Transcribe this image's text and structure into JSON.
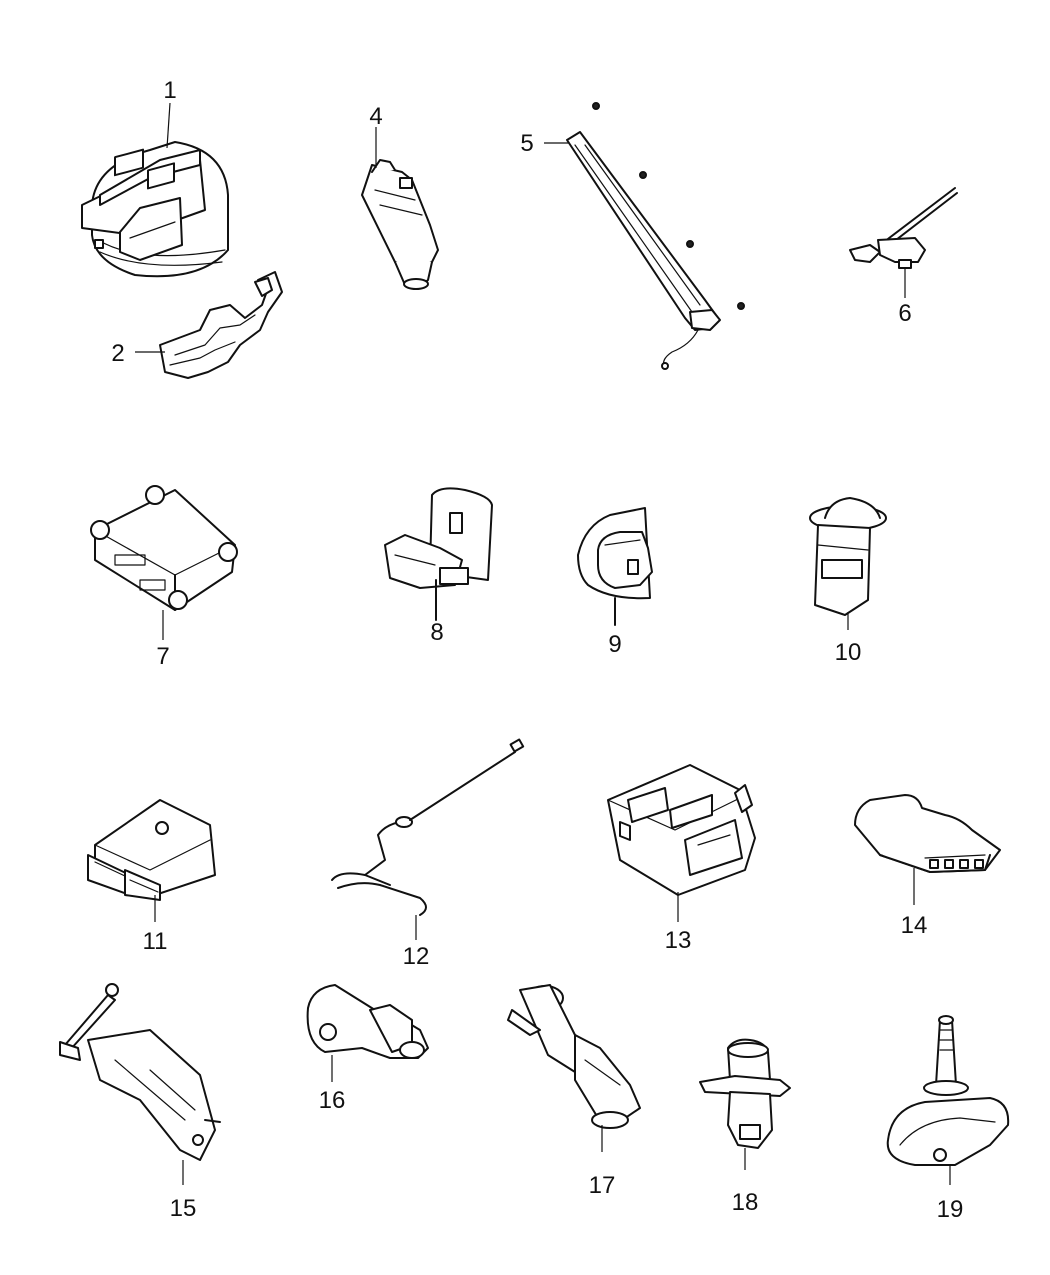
{
  "callouts": [
    {
      "id": "1",
      "label": "1"
    },
    {
      "id": "2",
      "label": "2"
    },
    {
      "id": "4",
      "label": "4"
    },
    {
      "id": "5",
      "label": "5"
    },
    {
      "id": "6",
      "label": "6"
    },
    {
      "id": "7",
      "label": "7"
    },
    {
      "id": "8",
      "label": "8"
    },
    {
      "id": "9",
      "label": "9"
    },
    {
      "id": "10",
      "label": "10"
    },
    {
      "id": "11",
      "label": "11"
    },
    {
      "id": "12",
      "label": "12"
    },
    {
      "id": "13",
      "label": "13"
    },
    {
      "id": "14",
      "label": "14"
    },
    {
      "id": "15",
      "label": "15"
    },
    {
      "id": "16",
      "label": "16"
    },
    {
      "id": "17",
      "label": "17"
    },
    {
      "id": "18",
      "label": "18"
    },
    {
      "id": "19",
      "label": "19"
    }
  ]
}
